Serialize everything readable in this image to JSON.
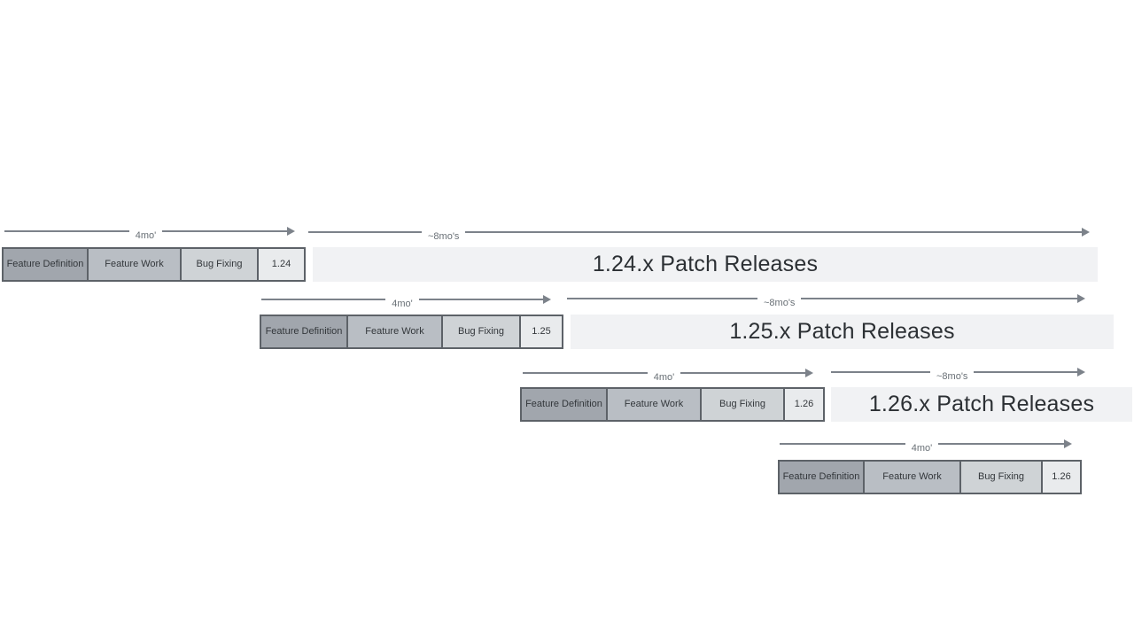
{
  "labels": {
    "four_months": "4mo'",
    "eight_months": "~8mo's"
  },
  "rows": [
    {
      "phases": [
        "Feature Definition",
        "Feature Work",
        "Bug Fixing"
      ],
      "version": "1.24",
      "patch_label": "1.24.x Patch Releases"
    },
    {
      "phases": [
        "Feature Definition",
        "Feature Work",
        "Bug Fixing"
      ],
      "version": "1.25",
      "patch_label": "1.25.x Patch Releases"
    },
    {
      "phases": [
        "Feature Definition",
        "Feature Work",
        "Bug Fixing"
      ],
      "version": "1.26",
      "patch_label": "1.26.x Patch Releases"
    },
    {
      "phases": [
        "Feature Definition",
        "Feature Work",
        "Bug Fixing"
      ],
      "version": "1.26"
    }
  ],
  "colors": {
    "feature_definition_fill": "#a1a6ad",
    "feature_work_fill": "#b9bec4",
    "bug_fixing_fill": "#cfd3d6",
    "version_box_fill": "#e9ebed",
    "patch_bar_fill": "#f1f2f4",
    "box_border": "#5d6268",
    "arrow": "#7c828a",
    "patch_text": "#2c3034",
    "background": "#ffffff"
  }
}
